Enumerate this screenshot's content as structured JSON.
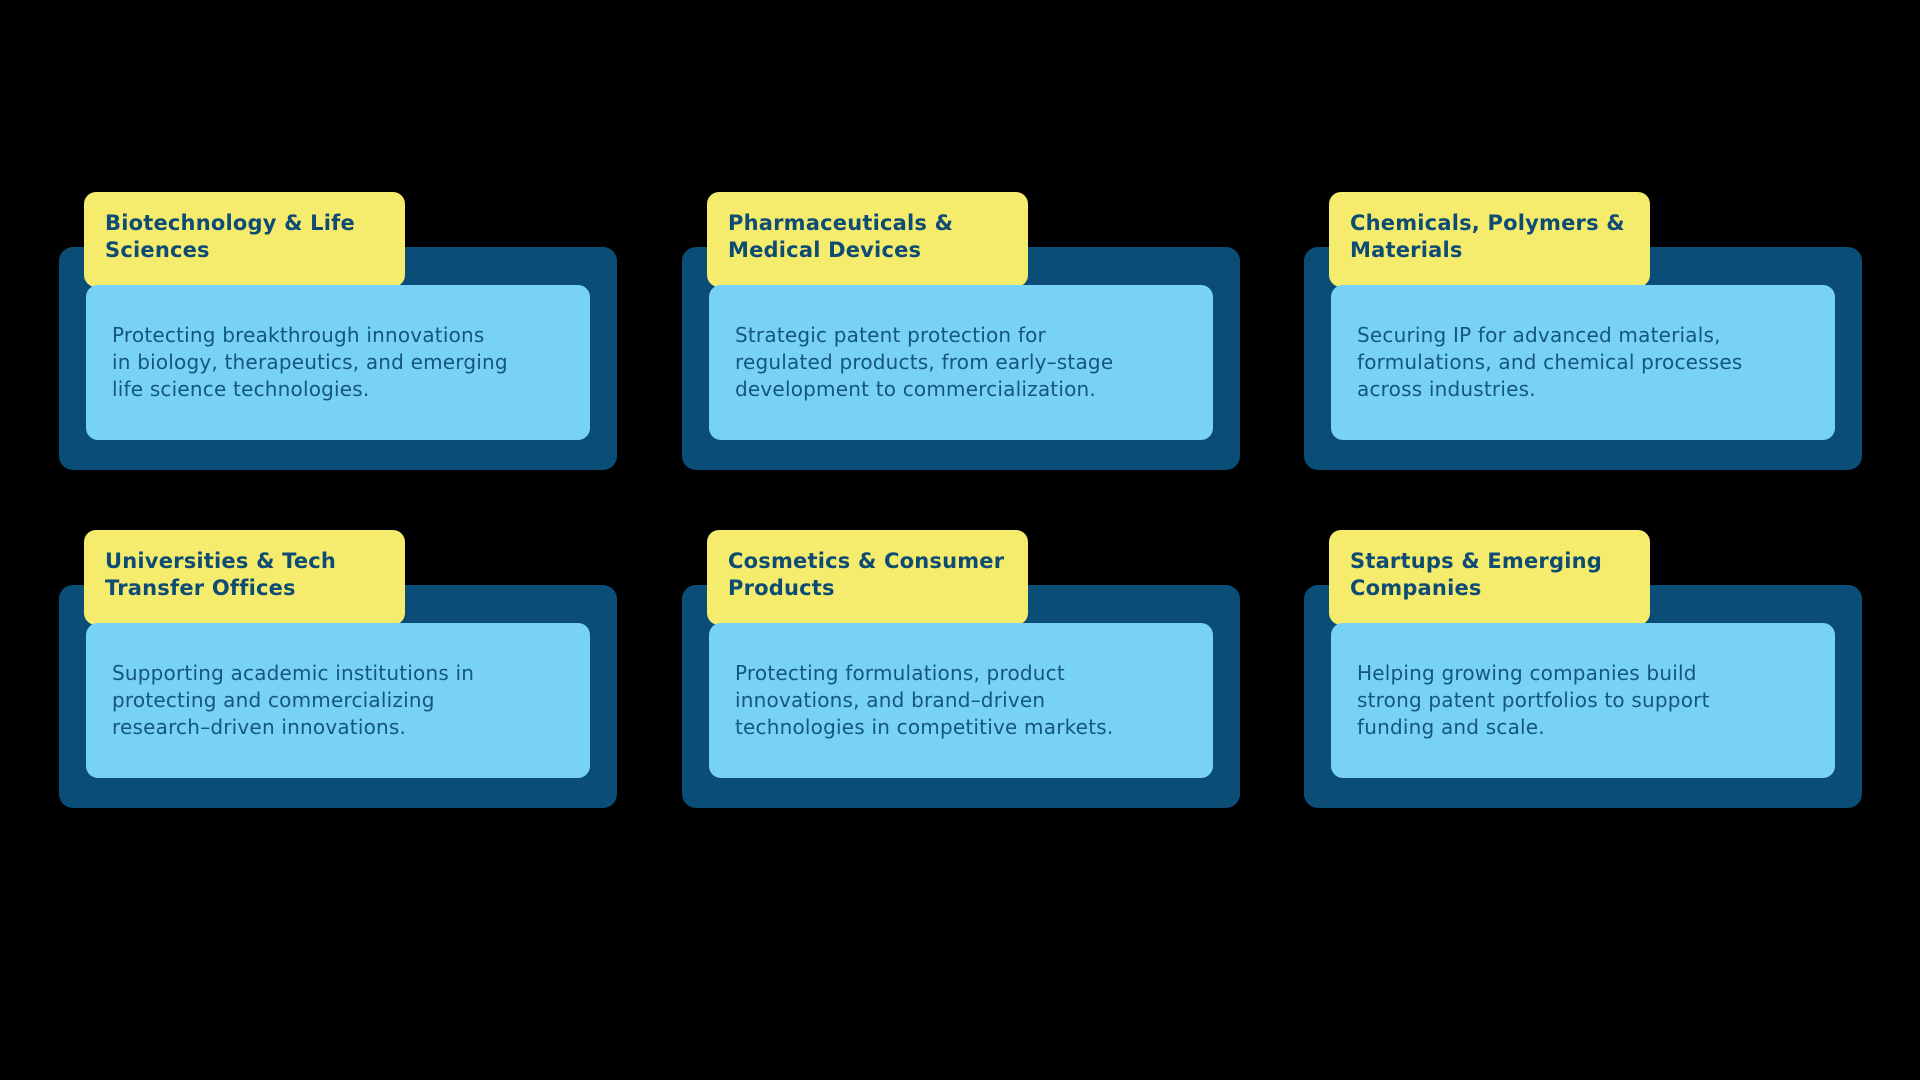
{
  "palette": {
    "background": "#000000",
    "card_bg": "#0A4E77",
    "tab_bg": "#F5EC6E",
    "desc_bg": "#77D2F6",
    "title_color": "#0E4C74",
    "desc_color": "#155680"
  },
  "cards": [
    {
      "title": "Biotechnology & Life\nSciences",
      "description": "Protecting breakthrough innovations\nin biology, therapeutics, and emerging\nlife science technologies."
    },
    {
      "title": "Pharmaceuticals &\nMedical Devices",
      "description": "Strategic patent protection for\nregulated products, from early–stage\ndevelopment to commercialization."
    },
    {
      "title": "Chemicals, Polymers &\nMaterials",
      "description": "Securing IP for advanced materials,\nformulations, and chemical processes\nacross industries."
    },
    {
      "title": "Universities & Tech\nTransfer Offices",
      "description": "Supporting academic institutions in\nprotecting and commercializing\nresearch–driven innovations."
    },
    {
      "title": "Cosmetics & Consumer\nProducts",
      "description": "Protecting formulations, product\ninnovations, and brand–driven\ntechnologies in competitive markets."
    },
    {
      "title": "Startups & Emerging\nCompanies",
      "description": "Helping growing companies build\nstrong patent portfolios to support\nfunding and scale."
    }
  ]
}
